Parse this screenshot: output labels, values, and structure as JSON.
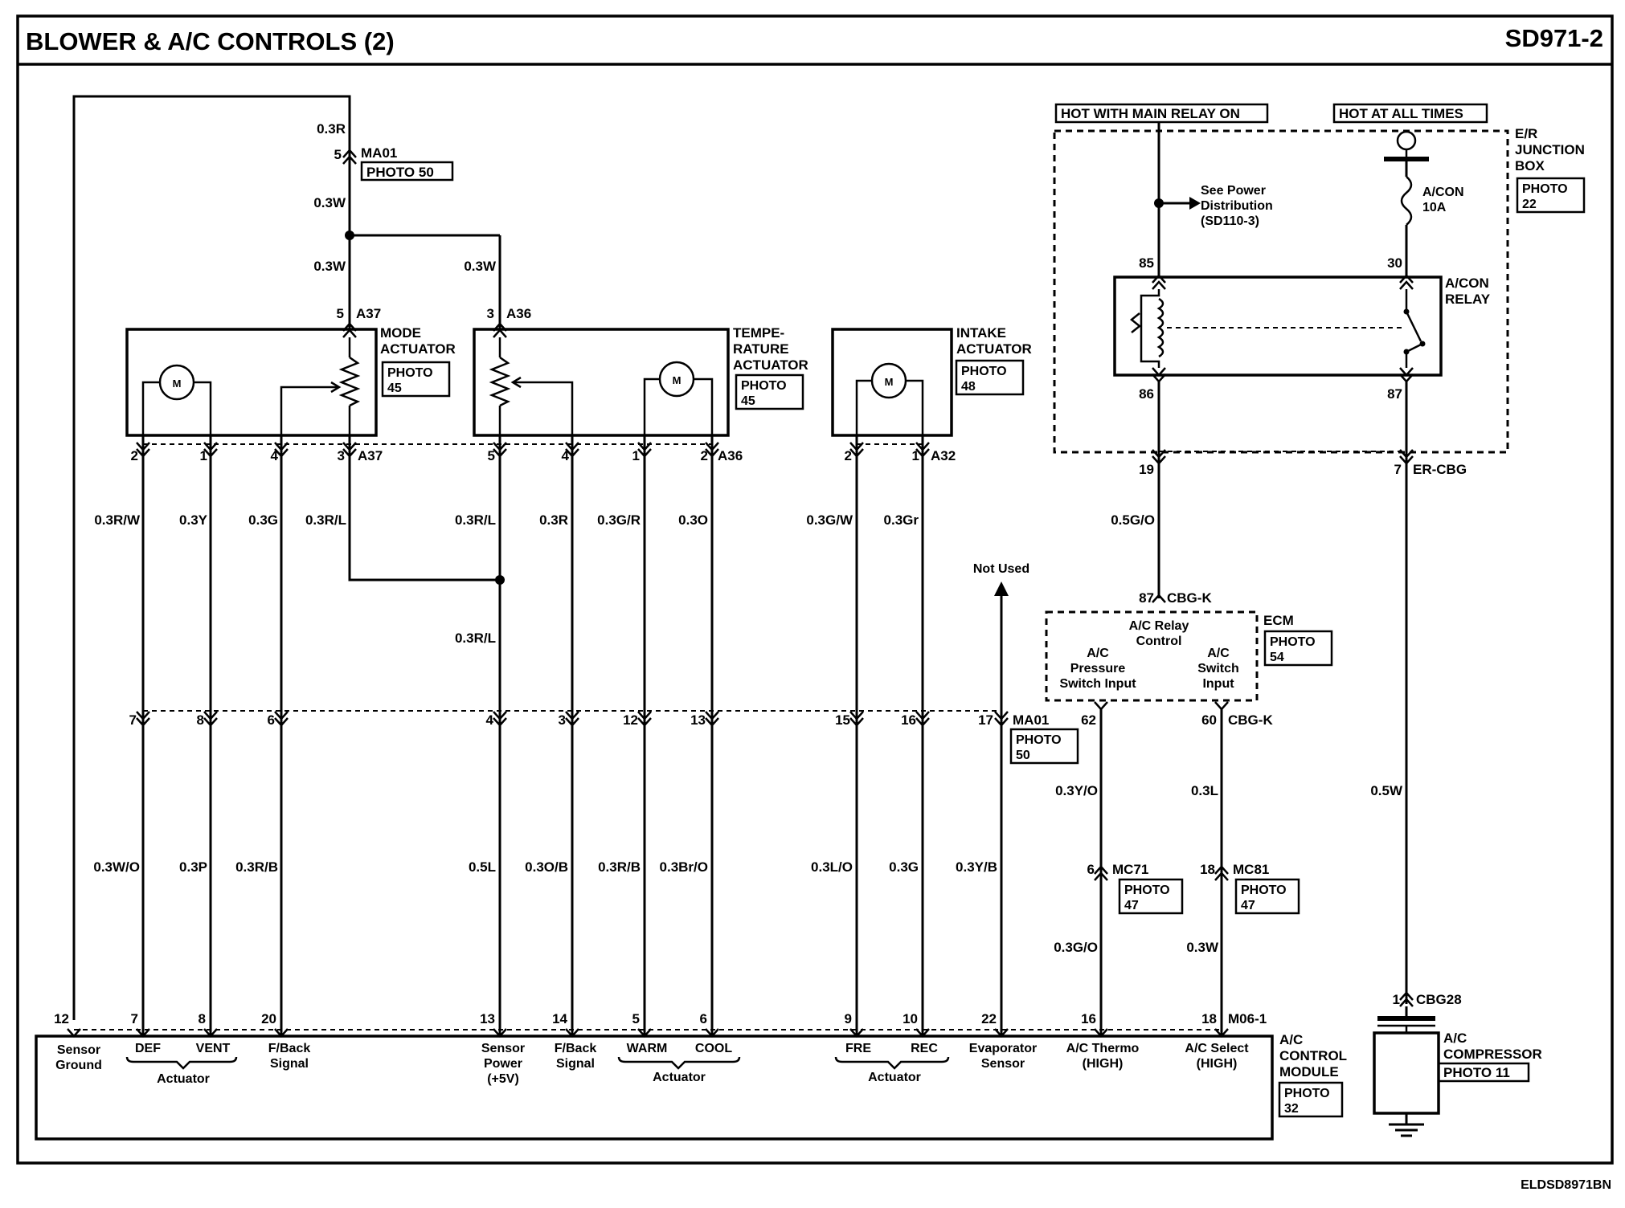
{
  "header": {
    "title": "BLOWER & A/C CONTROLS (2)",
    "code": "SD971-2"
  },
  "footer": {
    "ref": "ELDSD8971BN"
  },
  "mode_actuator": {
    "name_l1": "MODE",
    "name_l2": "ACTUATOR",
    "photo_l1": "PHOTO",
    "photo_l2": "45",
    "conn_top": "A37",
    "pin_top": "5",
    "conn_bottom": "A37",
    "pins": [
      "2",
      "1",
      "4",
      "3"
    ]
  },
  "temp_actuator": {
    "name_l1": "TEMPE-",
    "name_l2": "RATURE",
    "name_l3": "ACTUATOR",
    "photo_l1": "PHOTO",
    "photo_l2": "45",
    "conn_top": "A36",
    "pin_top": "3",
    "conn_bottom": "A36",
    "pins": [
      "5",
      "4",
      "1",
      "2"
    ]
  },
  "intake_actuator": {
    "name_l1": "INTAKE",
    "name_l2": "ACTUATOR",
    "photo_l1": "PHOTO",
    "photo_l2": "48",
    "conn_bottom": "A32",
    "pins": [
      "2",
      "1"
    ]
  },
  "motor_label": "M",
  "ma01_top": {
    "pin": "5",
    "conn": "MA01",
    "photo": "PHOTO 50"
  },
  "wires_top": {
    "w1": "0.3R",
    "w2": "0.3W",
    "w3": "0.3W",
    "w4": "0.3W"
  },
  "wires_mid": [
    "0.3R/W",
    "0.3Y",
    "0.3G",
    "0.3R/L",
    "0.3R/L",
    "0.3R",
    "0.3G/R",
    "0.3O",
    "0.3G/W",
    "0.3Gr"
  ],
  "wire_temp_low": "0.3R/L",
  "not_used": "Not Used",
  "ma01_mid": {
    "pins": [
      "7",
      "8",
      "6",
      "4",
      "3",
      "12",
      "13",
      "15",
      "16",
      "17"
    ],
    "conn": "MA01",
    "photo_l1": "PHOTO",
    "photo_l2": "50"
  },
  "wires_low": [
    "0.3W/O",
    "0.3P",
    "0.3R/B",
    "0.5L",
    "0.3O/B",
    "0.3R/B",
    "0.3Br/O",
    "0.3L/O",
    "0.3G",
    "0.3Y/B"
  ],
  "module": {
    "pins": [
      "12",
      "7",
      "8",
      "20",
      "13",
      "14",
      "5",
      "6",
      "9",
      "10",
      "22",
      "16",
      "18"
    ],
    "conn": "M06-1",
    "name_l1": "A/C",
    "name_l2": "CONTROL",
    "name_l3": "MODULE",
    "photo_l1": "PHOTO",
    "photo_l2": "32",
    "labels": {
      "sensor_ground_l1": "Sensor",
      "sensor_ground_l2": "Ground",
      "def": "DEF",
      "vent": "VENT",
      "actuator1": "Actuator",
      "fback1_l1": "F/Back",
      "fback1_l2": "Signal",
      "sensor_power_l1": "Sensor",
      "sensor_power_l2": "Power",
      "sensor_power_l3": "(+5V)",
      "fback2_l1": "F/Back",
      "fback2_l2": "Signal",
      "warm": "WARM",
      "cool": "COOL",
      "actuator2": "Actuator",
      "fre": "FRE",
      "rec": "REC",
      "actuator3": "Actuator",
      "evap_l1": "Evaporator",
      "evap_l2": "Sensor",
      "thermo_l1": "A/C Thermo",
      "thermo_l2": "(HIGH)",
      "select_l1": "A/C Select",
      "select_l2": "(HIGH)"
    }
  },
  "junction": {
    "hot_main": "HOT WITH MAIN RELAY ON",
    "hot_all": "HOT AT ALL TIMES",
    "name_l1": "E/R",
    "name_l2": "JUNCTION",
    "name_l3": "BOX",
    "photo_l1": "PHOTO",
    "photo_l2": "22",
    "see_l1": "See Power",
    "see_l2": "Distribution",
    "see_l3": "(SD110-3)",
    "fuse_l1": "A/CON",
    "fuse_l2": "10A",
    "relay_l1": "A/CON",
    "relay_l2": "RELAY",
    "relay_pins": [
      "85",
      "30",
      "86",
      "87"
    ],
    "out_pins": [
      "19",
      "7"
    ],
    "out_conn": "ER-CBG"
  },
  "ecm": {
    "wire_in": "0.5G/O",
    "pin_in": "87",
    "conn_in": "CBG-K",
    "relay_l1": "A/C Relay",
    "relay_l2": "Control",
    "press_l1": "A/C",
    "press_l2": "Pressure",
    "press_l3": "Switch Input",
    "sw_l1": "A/C",
    "sw_l2": "Switch",
    "sw_l3": "Input",
    "name": "ECM",
    "photo_l1": "PHOTO",
    "photo_l2": "54",
    "pins_out": [
      "62",
      "60"
    ],
    "conn_out": "CBG-K"
  },
  "right_wires": {
    "w1": "0.3Y/O",
    "w2": "0.3L",
    "w3": "0.5W",
    "w4": "0.3G/O",
    "w5": "0.3W",
    "mc71_pin": "6",
    "mc71": "MC71",
    "mc71_photo_l1": "PHOTO",
    "mc71_photo_l2": "47",
    "mc81_pin": "18",
    "mc81": "MC81",
    "mc81_photo_l1": "PHOTO",
    "mc81_photo_l2": "47"
  },
  "compressor": {
    "pin": "1",
    "conn": "CBG28",
    "name_l1": "A/C",
    "name_l2": "COMPRESSOR",
    "photo": "PHOTO 11"
  }
}
